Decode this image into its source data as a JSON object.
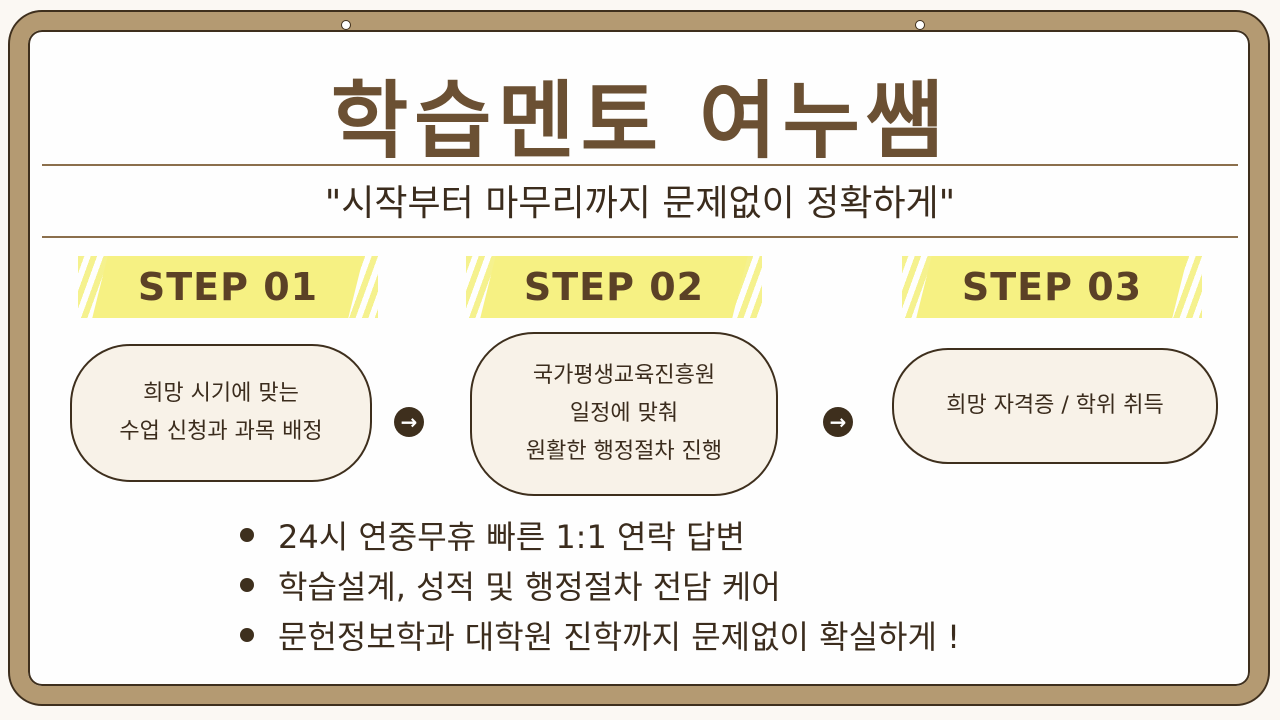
{
  "title": "학습멘토 여누쌤",
  "subtitle": "\"시작부터 마무리까지 문제없이 정확하게\"",
  "steps": [
    {
      "label": "STEP 01",
      "lines": [
        "희망 시기에 맞는",
        "수업 신청과 과목 배정"
      ]
    },
    {
      "label": "STEP 02",
      "lines": [
        "국가평생교육진흥원",
        "일정에 맞춰",
        "원활한 행정절차 진행"
      ]
    },
    {
      "label": "STEP 03",
      "lines": [
        "희망 자격증 / 학위 취득"
      ]
    }
  ],
  "arrow_icon": "arrow-right-circle-icon",
  "bullets": [
    "24시 연중무휴 빠른 1:1 연락 답변",
    "학습설계, 성적 및 행정절차 전담 케어",
    "문헌정보학과 대학원 진학까지 문제없이 확실하게 !"
  ],
  "colors": {
    "frame": "#b49a72",
    "title": "#6b5033",
    "step_highlight": "#f6f183",
    "pill_bg": "#f8f2e8",
    "text": "#3b2c1d"
  }
}
